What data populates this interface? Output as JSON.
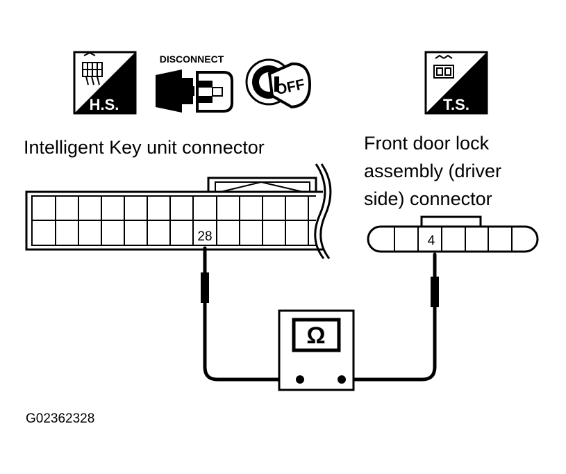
{
  "icons": {
    "harness_side": {
      "icon": "harness-side-icon",
      "label": "H.S."
    },
    "disconnect": {
      "icon": "disconnect-icon",
      "label": "DISCONNECT"
    },
    "ignition": {
      "icon": "ignition-key-off-icon",
      "label": "OFF"
    },
    "terminal_side": {
      "icon": "terminal-side-icon",
      "label": "T.S."
    }
  },
  "left_connector": {
    "title": "Intelligent Key unit connector",
    "pin": "28"
  },
  "right_connector": {
    "title_lines": [
      "Front door lock",
      "assembly (driver",
      "side) connector"
    ],
    "pin": "4"
  },
  "meter": {
    "icon": "ohmmeter-icon",
    "symbol": "Ω"
  },
  "figure_code": "G02362328",
  "colors": {
    "ink": "#000000",
    "paper": "#ffffff"
  }
}
